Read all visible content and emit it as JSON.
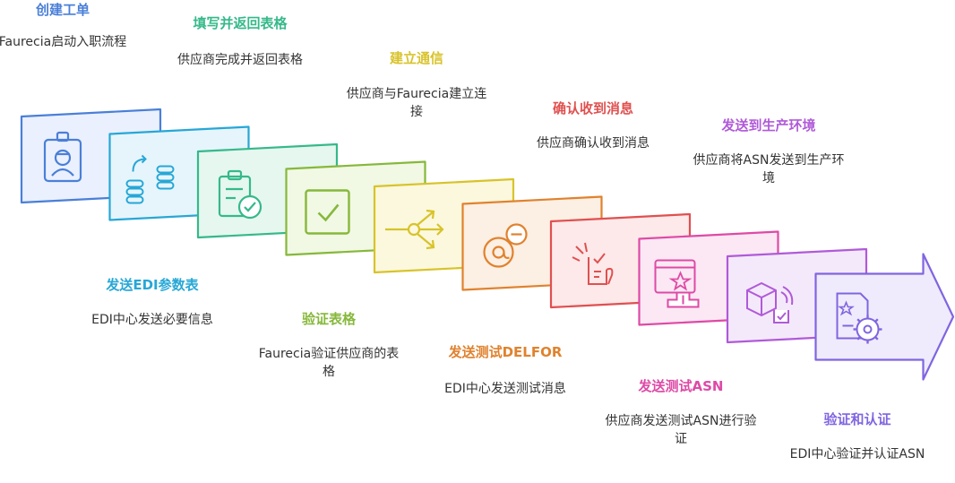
{
  "steps": [
    {
      "title": "创建工单",
      "desc": "Faurecia启动入职流程",
      "color": "#4a7fd8",
      "fill": "#eaf0fd",
      "icon": "id-badge-icon"
    },
    {
      "title": "发送EDI参数表",
      "desc": "EDI中心发送必要信息",
      "color": "#27a7d6",
      "fill": "#e6f5fb",
      "icon": "database-sync-icon"
    },
    {
      "title": "填写并返回表格",
      "desc": "供应商完成并返回表格",
      "color": "#35b98a",
      "fill": "#e6f7ef",
      "icon": "clipboard-check-icon"
    },
    {
      "title": "验证表格",
      "desc": "Faurecia验证供应商的表格",
      "color": "#86b83a",
      "fill": "#f1f8e4",
      "icon": "checkbox-icon"
    },
    {
      "title": "建立通信",
      "desc": "供应商与Faurecia建立连接",
      "color": "#d8c32a",
      "fill": "#fbf8de",
      "icon": "connection-split-icon"
    },
    {
      "title": "发送测试DELFOR",
      "desc": "EDI中心发送测试消息",
      "color": "#e0822e",
      "fill": "#fcefe3",
      "icon": "at-sign-icon"
    },
    {
      "title": "确认收到消息",
      "desc": "供应商确认收到消息",
      "color": "#e05050",
      "fill": "#fde9e9",
      "icon": "acknowledge-hand-icon"
    },
    {
      "title": "发送测试ASN",
      "desc": "供应商发送测试ASN进行验证",
      "color": "#de4aa6",
      "fill": "#fbe8f4",
      "icon": "ranking-podium-icon"
    },
    {
      "title": "发送到生产环境",
      "desc": "供应商将ASN发送到生产环境",
      "color": "#b05ad8",
      "fill": "#f4e9fb",
      "icon": "package-delivery-icon"
    },
    {
      "title": "验证和认证",
      "desc": "EDI中心验证并认证ASN",
      "color": "#8065e0",
      "fill": "#efebfc",
      "icon": "document-settings-icon"
    }
  ]
}
